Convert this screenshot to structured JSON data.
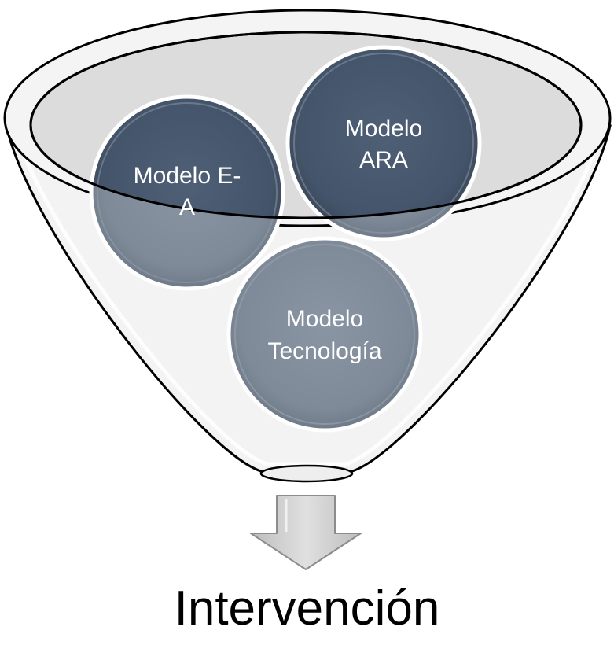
{
  "diagram": {
    "type": "funnel",
    "inputs": [
      {
        "id": "ea",
        "lines": [
          "Modelo  E-",
          "A"
        ]
      },
      {
        "id": "ara",
        "lines": [
          "Modelo",
          "ARA"
        ]
      },
      {
        "id": "tech",
        "lines": [
          "Modelo",
          "Tecnología"
        ]
      }
    ],
    "output": "Intervención"
  },
  "colors": {
    "ball_dark": "#44546a",
    "ball_light": "#7f8a99",
    "funnel_fill": "#f2f2f2",
    "arrow_fill": "#c8c8c8"
  }
}
